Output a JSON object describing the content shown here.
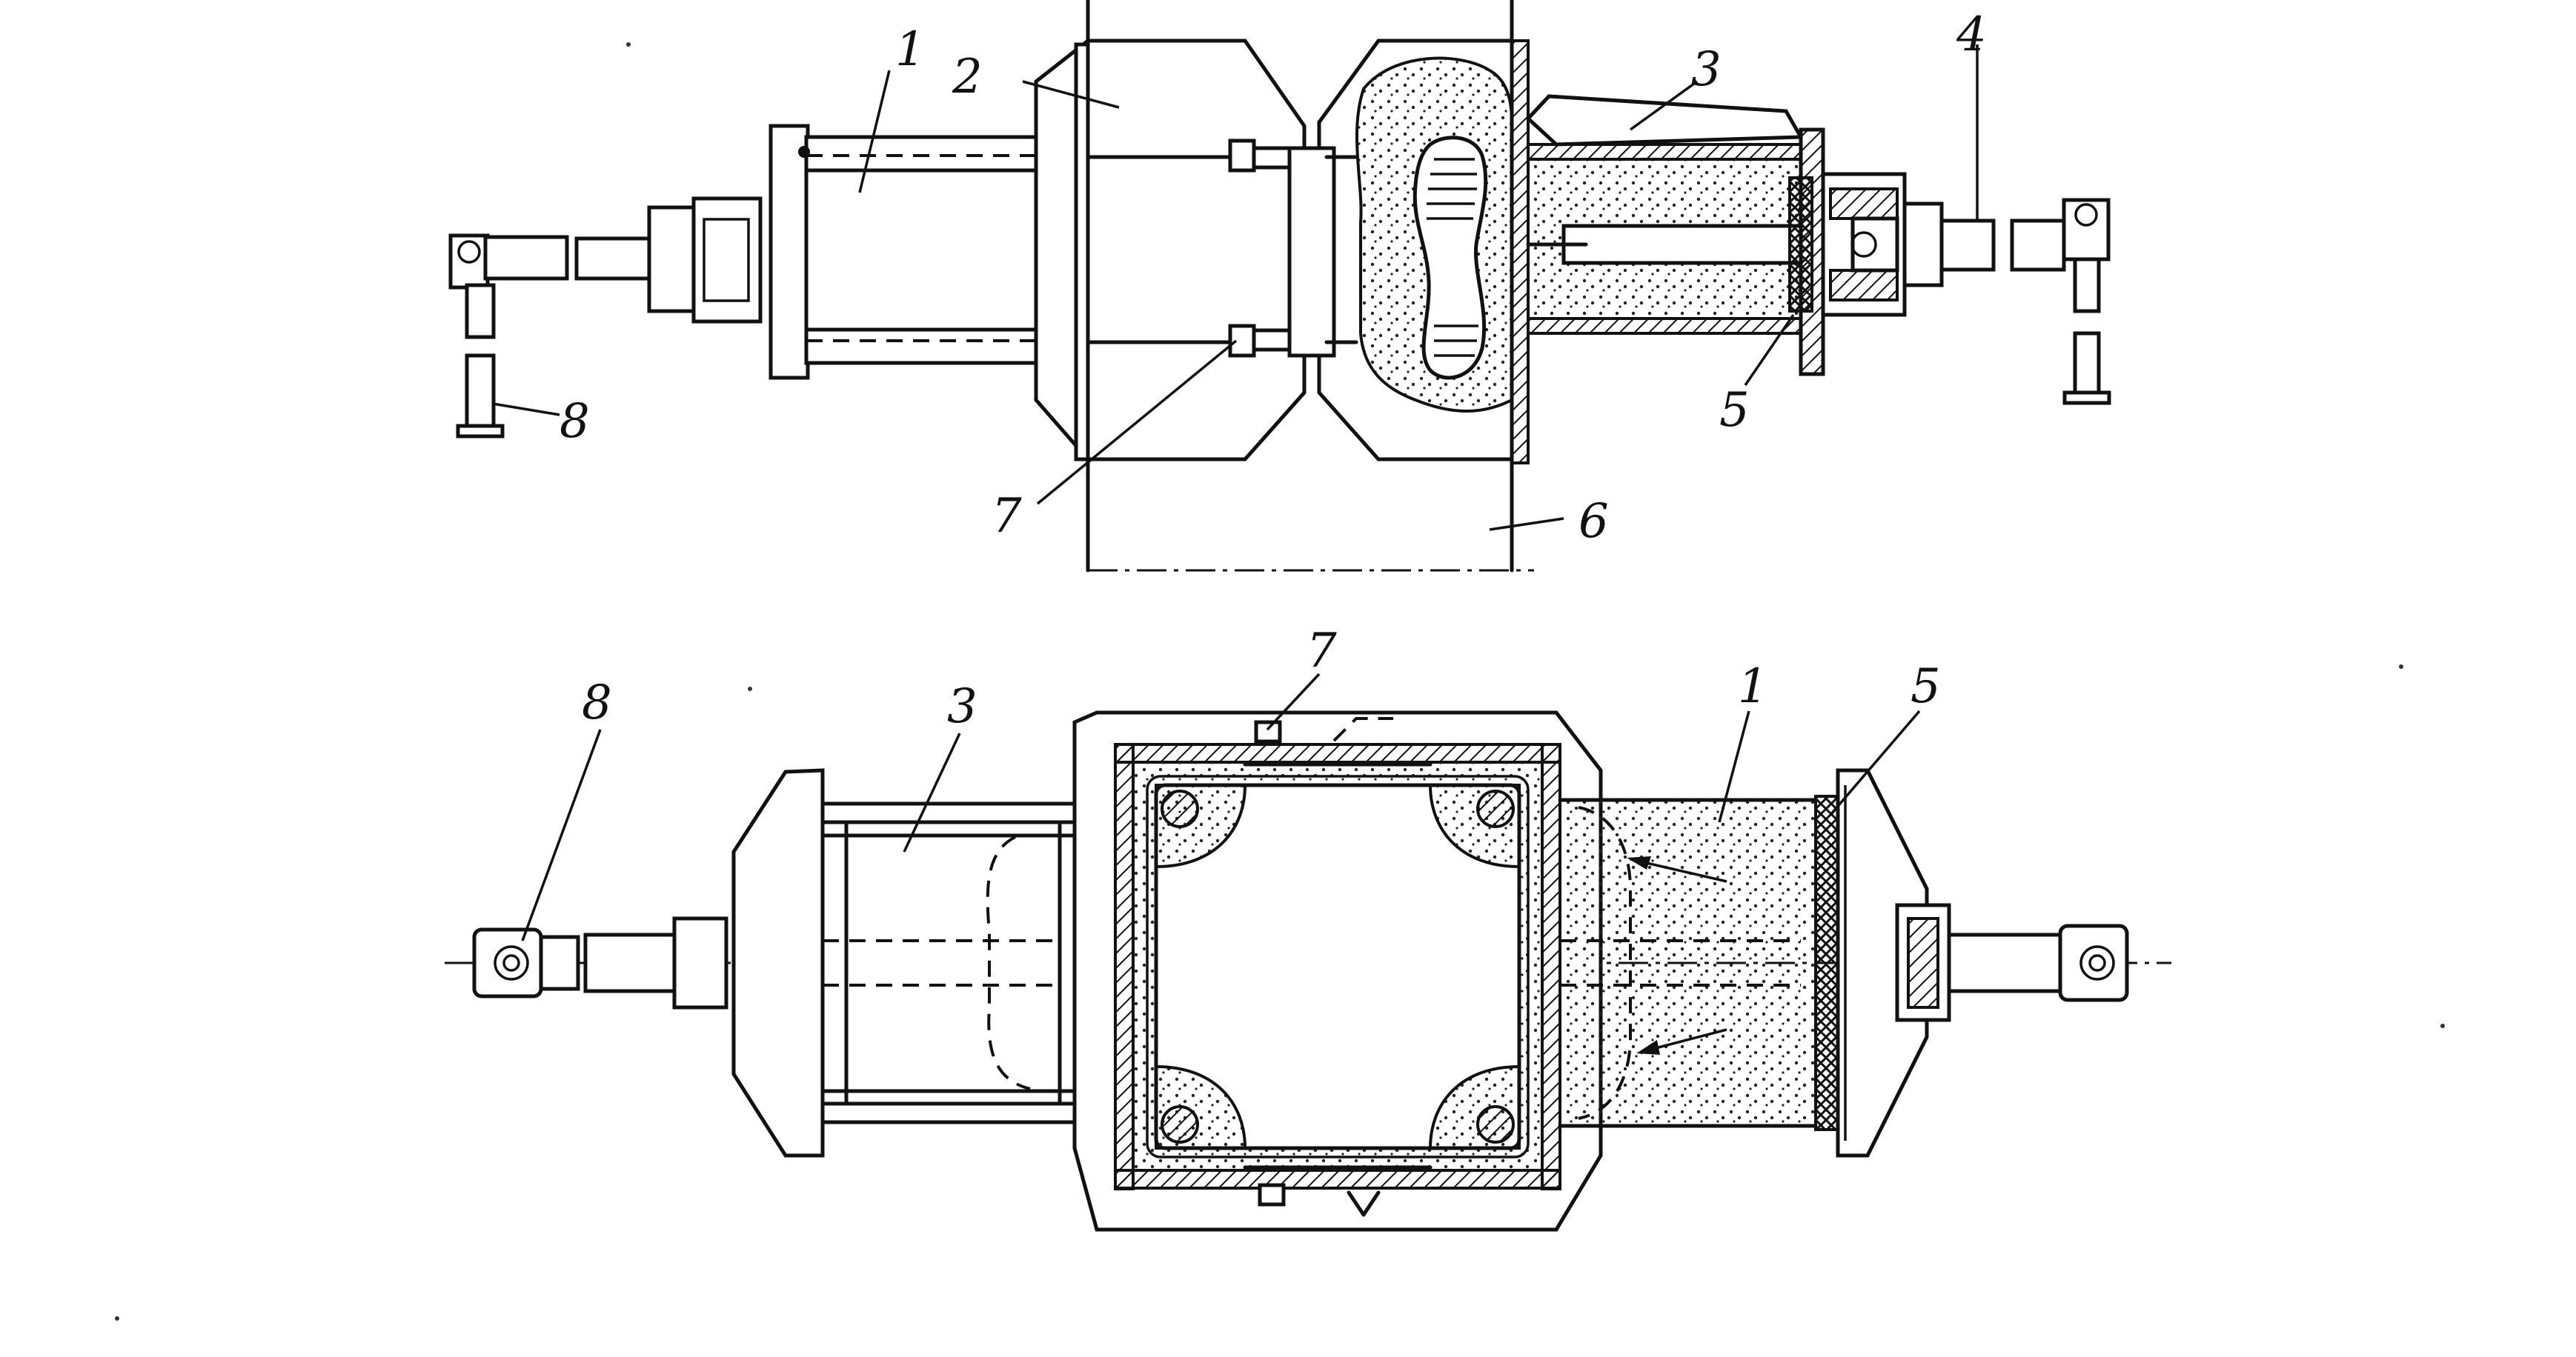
{
  "figure": {
    "top_view_labels": [
      "1",
      "2",
      "3",
      "4",
      "5",
      "6",
      "7",
      "8"
    ],
    "bottom_view_labels": [
      "7",
      "8",
      "3",
      "1",
      "5"
    ]
  }
}
